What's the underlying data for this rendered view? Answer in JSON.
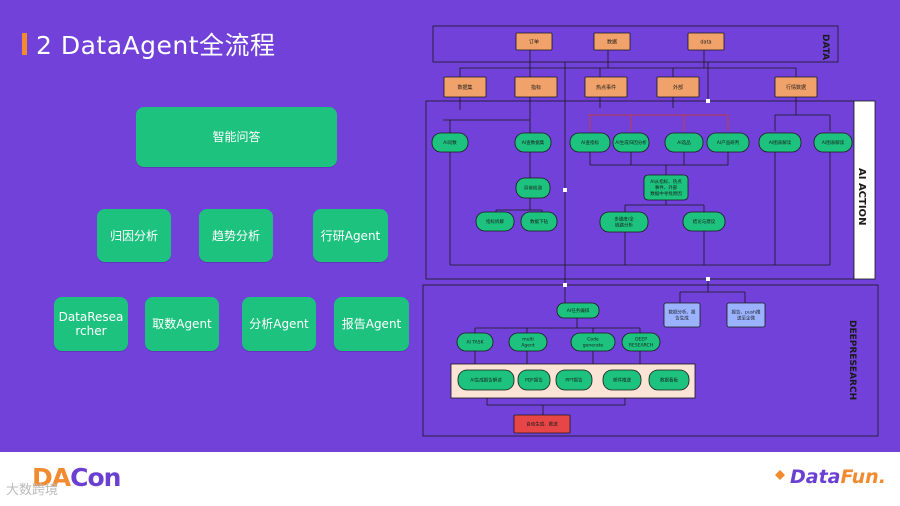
{
  "title": "2 DataAgent全流程",
  "left_boxes": {
    "qa": "智能问答",
    "attribution": "归因分析",
    "trend": "趋势分析",
    "research_agent": "行研Agent",
    "data_researcher": "DataResearcher",
    "fetch_agent": "取数Agent",
    "analysis_agent": "分析Agent",
    "report_agent": "报告Agent"
  },
  "diagram": {
    "section_data": "DATA",
    "section_ai_action": "AI ACTION",
    "section_deepresearch": "DEEPRESEARCH",
    "data_sources": [
      "订单",
      "数据",
      "data"
    ],
    "orange_nodes": [
      "数据集",
      "指标",
      "热点事件",
      "外部",
      "行情数据"
    ],
    "ai_nodes": [
      "AI问数",
      "AI查数据集",
      "AI查指标",
      "AI生成归因分析",
      "AI选品",
      "AI产品研判",
      "AI图表解读"
    ],
    "ai_lower_nodes": [
      "异常检测",
      "指标拆解",
      "数据下钻",
      "多维度/全 链路分析",
      "结论与建议"
    ],
    "mid_text": "AI从指标、热点 事件、外部 数据中寻找原因",
    "deep_root": "AI任务编排",
    "deep_tasks": [
      "AI TASK",
      "multi Agent",
      "Code generate",
      "DEEP RESEARCH"
    ],
    "side_boxes": [
      "数据分析、报 告生成",
      "报告、push推 送至企微"
    ],
    "outputs": [
      "AI生成报告解读",
      "PDF报告",
      "PPT报告",
      "邮件推送",
      "数据看板"
    ],
    "final_box": "自动生成、推送"
  },
  "footer": {
    "logo_left_a": "DA",
    "logo_left_b": "Con",
    "logo_left_sub": "大数跨境",
    "logo_right_a": "Data",
    "logo_right_b": "Fun."
  },
  "colors": {
    "background": "#7141d9",
    "green": "#1ec27f",
    "orange": "#f0a26a",
    "red": "#e64646",
    "accent": "#f28b30"
  }
}
